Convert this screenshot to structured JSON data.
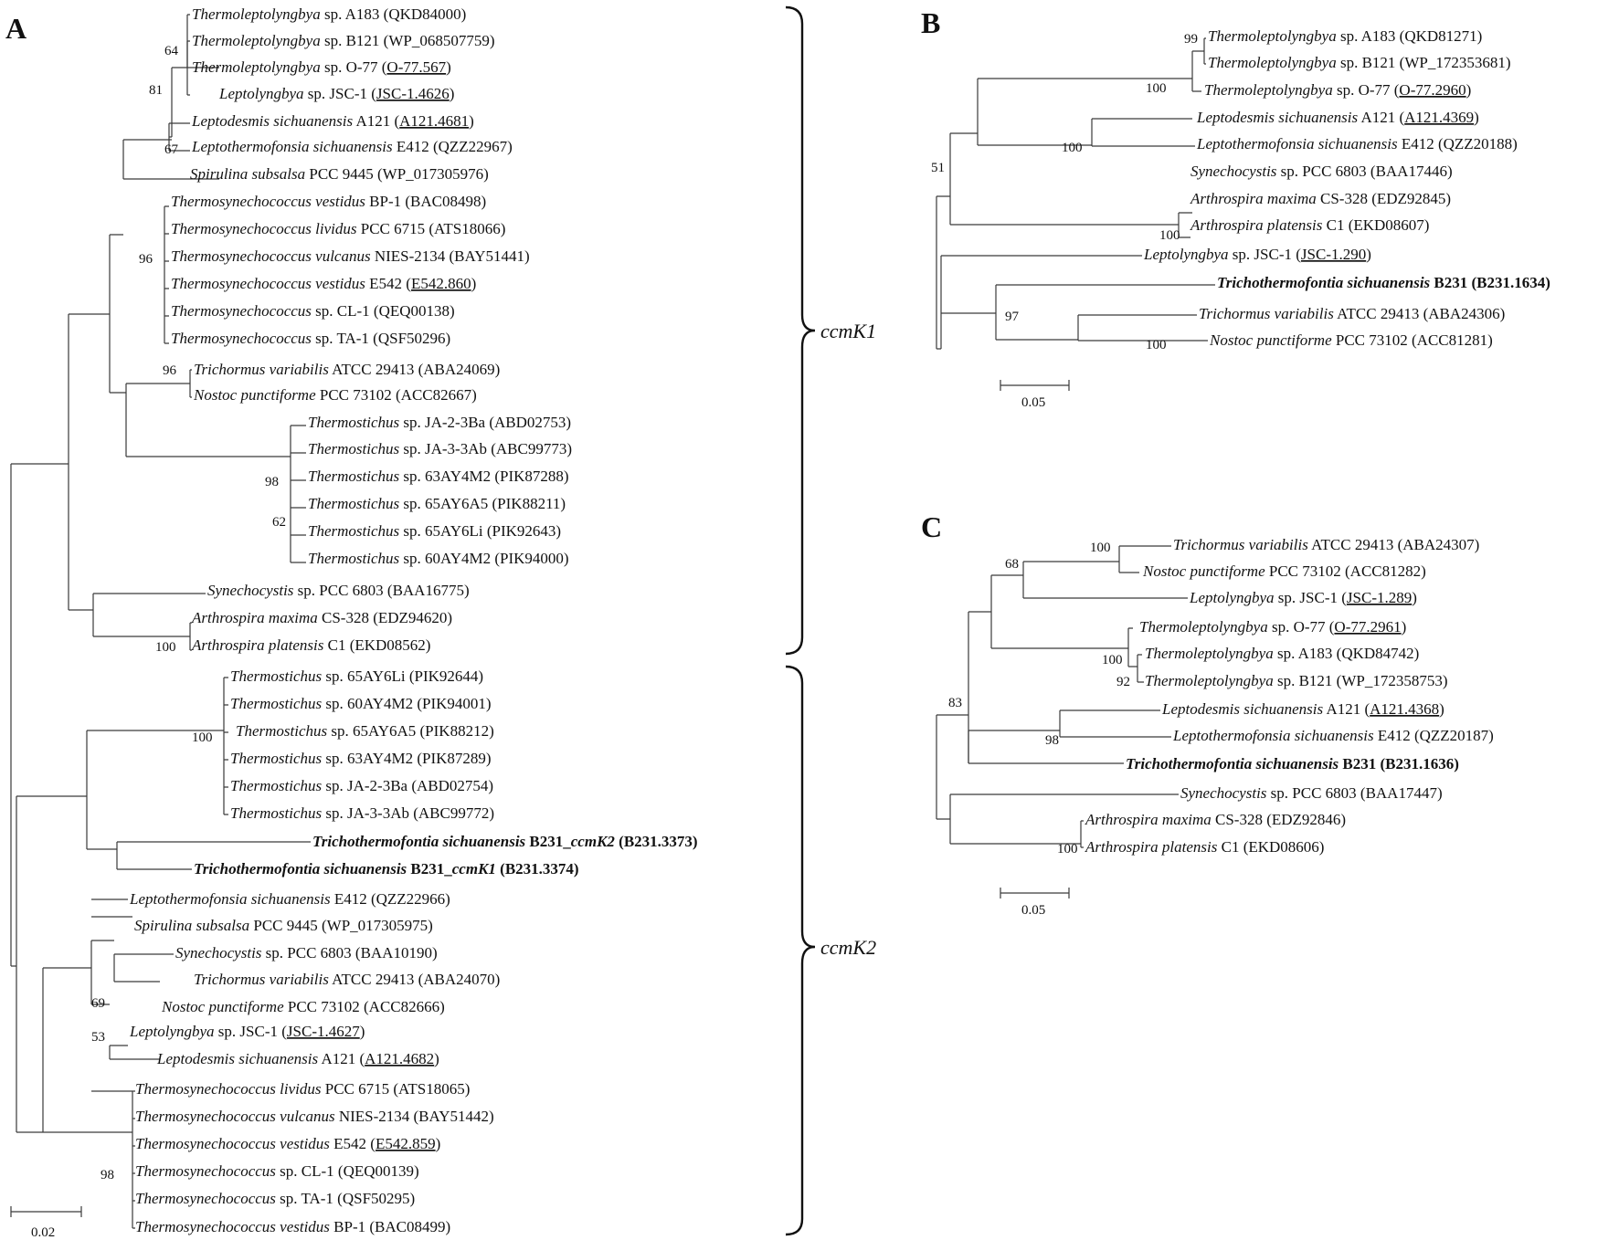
{
  "panels": {
    "A": {
      "letter": "A",
      "scale": "0.02",
      "group1": "ccmK1",
      "group2": "ccmK2",
      "leaves": [
        {
          "genus": "Thermoleptolyngbya",
          "rest": " sp. A183 (QKD84000)",
          "bold": false
        },
        {
          "genus": "Thermoleptolyngbya",
          "rest": " sp. B121 (WP_068507759)",
          "bold": false
        },
        {
          "genus": "Thermoleptolyngbya",
          "rest": " sp. O-77 (",
          "acc": "O-77.567",
          "tail": ")",
          "bold": false
        },
        {
          "genus": "Leptolyngbya",
          "rest": " sp. JSC-1 (",
          "acc": "JSC-1.4626",
          "tail": ")",
          "bold": false
        },
        {
          "genus": "Leptodesmis sichuanensis",
          "rest": " A121 (",
          "acc": "A121.4681",
          "tail": ")",
          "bold": false
        },
        {
          "genus": "Leptothermofonsia sichuanensis",
          "rest": " E412 (QZZ22967)",
          "bold": false
        },
        {
          "genus": "Spirulina subsalsa",
          "rest": " PCC 9445 (WP_017305976)",
          "bold": false
        },
        {
          "genus": "Thermosynechococcus vestidus",
          "rest": " BP-1 (BAC08498)",
          "bold": false
        },
        {
          "genus": "Thermosynechococcus lividus",
          "rest": " PCC 6715 (ATS18066)",
          "bold": false
        },
        {
          "genus": "Thermosynechococcus vulcanus",
          "rest": " NIES-2134 (BAY51441)",
          "bold": false
        },
        {
          "genus": "Thermosynechococcus vestidus",
          "rest": " E542 (",
          "acc": "E542.860",
          "tail": ")",
          "bold": false
        },
        {
          "genus": "Thermosynechococcus",
          "rest": " sp. CL-1 (QEQ00138)",
          "bold": false
        },
        {
          "genus": "Thermosynechococcus",
          "rest": " sp. TA-1 (QSF50296)",
          "bold": false
        },
        {
          "genus": "Trichormus variabilis",
          "rest": " ATCC 29413 (ABA24069)",
          "bold": false
        },
        {
          "genus": "Nostoc punctiforme",
          "rest": " PCC 73102 (ACC82667)",
          "bold": false
        },
        {
          "genus": "Thermostichus",
          "rest": " sp. JA-2-3Ba (ABD02753)",
          "bold": false
        },
        {
          "genus": "Thermostichus",
          "rest": " sp. JA-3-3Ab (ABC99773)",
          "bold": false
        },
        {
          "genus": "Thermostichus",
          "rest": " sp. 63AY4M2 (PIK87288)",
          "bold": false
        },
        {
          "genus": "Thermostichus",
          "rest": " sp. 65AY6A5 (PIK88211)",
          "bold": false
        },
        {
          "genus": "Thermostichus",
          "rest": " sp. 65AY6Li (PIK92643)",
          "bold": false
        },
        {
          "genus": "Thermostichus",
          "rest": " sp. 60AY4M2 (PIK94000)",
          "bold": false
        },
        {
          "genus": "Synechocystis",
          "rest": " sp. PCC 6803 (BAA16775)",
          "bold": false
        },
        {
          "genus": "Arthrospira maxima",
          "rest": " CS-328 (EDZ94620)",
          "bold": false
        },
        {
          "genus": "Arthrospira platensis",
          "rest": " C1 (EKD08562)",
          "bold": false
        },
        {
          "genus": "Thermostichus",
          "rest": " sp. 65AY6Li (PIK92644)",
          "bold": false
        },
        {
          "genus": "Thermostichus",
          "rest": " sp. 60AY4M2 (PIK94001)",
          "bold": false
        },
        {
          "genus": "Thermostichus",
          "rest": " sp. 65AY6A5 (PIK88212)",
          "bold": false
        },
        {
          "genus": "Thermostichus",
          "rest": " sp. 63AY4M2 (PIK87289)",
          "bold": false
        },
        {
          "genus": "Thermostichus",
          "rest": " sp. JA-2-3Ba (ABD02754)",
          "bold": false
        },
        {
          "genus": "Thermostichus",
          "rest": " sp. JA-3-3Ab (ABC99772)",
          "bold": false
        },
        {
          "genus": "Trichothermofontia sichuanensis",
          "rest": " B231_",
          "gene": "ccmK2",
          "tail": " (B231.3373)",
          "bold": true
        },
        {
          "genus": "Trichothermofontia sichuanensis",
          "rest": " B231_",
          "gene": "ccmK1",
          "tail": " (B231.3374)",
          "bold": true
        },
        {
          "genus": "Leptothermofonsia sichuanensis",
          "rest": " E412 (QZZ22966)",
          "bold": false
        },
        {
          "genus": "Spirulina subsalsa",
          "rest": " PCC 9445 (WP_017305975)",
          "bold": false
        },
        {
          "genus": "Synechocystis",
          "rest": " sp. PCC 6803 (BAA10190)",
          "bold": false
        },
        {
          "genus": "Trichormus variabilis",
          "rest": " ATCC 29413 (ABA24070)",
          "bold": false
        },
        {
          "genus": "Nostoc punctiforme",
          "rest": " PCC 73102 (ACC82666)",
          "bold": false
        },
        {
          "genus": "Leptolyngbya",
          "rest": " sp. JSC-1 (",
          "acc": "JSC-1.4627",
          "tail": ")",
          "bold": false
        },
        {
          "genus": "Leptodesmis sichuanensis",
          "rest": " A121 (",
          "acc": "A121.4682",
          "tail": ")",
          "bold": false
        },
        {
          "genus": "Thermosynechococcus lividus",
          "rest": " PCC 6715 (ATS18065)",
          "bold": false
        },
        {
          "genus": "Thermosynechococcus vulcanus",
          "rest": " NIES-2134 (BAY51442)",
          "bold": false
        },
        {
          "genus": "Thermosynechococcus vestidus",
          "rest": " E542 (",
          "acc": "E542.859",
          "tail": ")",
          "bold": false
        },
        {
          "genus": "Thermosynechococcus",
          "rest": " sp. CL-1 (QEQ00139)",
          "bold": false
        },
        {
          "genus": "Thermosynechococcus",
          "rest": " sp. TA-1 (QSF50295)",
          "bold": false
        },
        {
          "genus": "Thermosynechococcus vestidus",
          "rest": " BP-1 (BAC08499)",
          "bold": false
        }
      ],
      "bootstraps": [
        "64",
        "81",
        "67",
        "96",
        "96",
        "98",
        "62",
        "100",
        "100",
        "69",
        "53",
        "98"
      ]
    },
    "B": {
      "letter": "B",
      "scale": "0.05",
      "leaves": [
        {
          "genus": "Thermoleptolyngbya",
          "rest": " sp. A183 (QKD81271)",
          "bold": false
        },
        {
          "genus": "Thermoleptolyngbya",
          "rest": " sp. B121 (WP_172353681)",
          "bold": false
        },
        {
          "genus": "Thermoleptolyngbya",
          "rest": " sp. O-77 (",
          "acc": "O-77.2960",
          "tail": ")",
          "bold": false
        },
        {
          "genus": "Leptodesmis sichuanensis",
          "rest": " A121 (",
          "acc": "A121.4369",
          "tail": ")",
          "bold": false
        },
        {
          "genus": "Leptothermofonsia sichuanensis",
          "rest": " E412 (QZZ20188)",
          "bold": false
        },
        {
          "genus": "Synechocystis",
          "rest": " sp. PCC 6803 (BAA17446)",
          "bold": false
        },
        {
          "genus": "Arthrospira maxima",
          "rest": " CS-328 (EDZ92845)",
          "bold": false
        },
        {
          "genus": "Arthrospira platensis",
          "rest": " C1 (EKD08607)",
          "bold": false
        },
        {
          "genus": "Leptolyngbya",
          "rest": " sp. JSC-1 (",
          "acc": "JSC-1.290",
          "tail": ")",
          "bold": false
        },
        {
          "genus": "Trichothermofontia sichuanensis",
          "rest": " B231 (B231.1634)",
          "bold": true
        },
        {
          "genus": "Trichormus variabilis",
          "rest": " ATCC 29413 (ABA24306)",
          "bold": false
        },
        {
          "genus": "Nostoc punctiforme",
          "rest": " PCC 73102 (ACC81281)",
          "bold": false
        }
      ],
      "bootstraps": [
        "99",
        "100",
        "100",
        "51",
        "100",
        "97",
        "100"
      ]
    },
    "C": {
      "letter": "C",
      "scale": "0.05",
      "leaves": [
        {
          "genus": "Trichormus variabilis",
          "rest": " ATCC 29413 (ABA24307)",
          "bold": false
        },
        {
          "genus": "Nostoc punctiforme",
          "rest": " PCC 73102 (ACC81282)",
          "bold": false
        },
        {
          "genus": "Leptolyngbya",
          "rest": " sp. JSC-1 (",
          "acc": "JSC-1.289",
          "tail": ")",
          "bold": false
        },
        {
          "genus": "Thermoleptolyngbya",
          "rest": " sp. O-77 (",
          "acc": "O-77.2961",
          "tail": ")",
          "bold": false
        },
        {
          "genus": "Thermoleptolyngbya",
          "rest": " sp. A183 (QKD84742)",
          "bold": false
        },
        {
          "genus": "Thermoleptolyngbya",
          "rest": " sp. B121 (WP_172358753)",
          "bold": false
        },
        {
          "genus": "Leptodesmis sichuanensis",
          "rest": " A121 (",
          "acc": "A121.4368",
          "tail": ")",
          "bold": false
        },
        {
          "genus": "Leptothermofonsia sichuanensis",
          "rest": " E412 (QZZ20187)",
          "bold": false
        },
        {
          "genus": "Trichothermofontia sichuanensis",
          "rest": " B231 (B231.1636)",
          "bold": true
        },
        {
          "genus": "Synechocystis",
          "rest": " sp. PCC 6803 (BAA17447)",
          "bold": false
        },
        {
          "genus": "Arthrospira maxima",
          "rest": " CS-328 (EDZ92846)",
          "bold": false
        },
        {
          "genus": "Arthrospira platensis",
          "rest": " C1 (EKD08606)",
          "bold": false
        }
      ],
      "bootstraps": [
        "100",
        "68",
        "100",
        "92",
        "83",
        "98",
        "100"
      ]
    }
  }
}
